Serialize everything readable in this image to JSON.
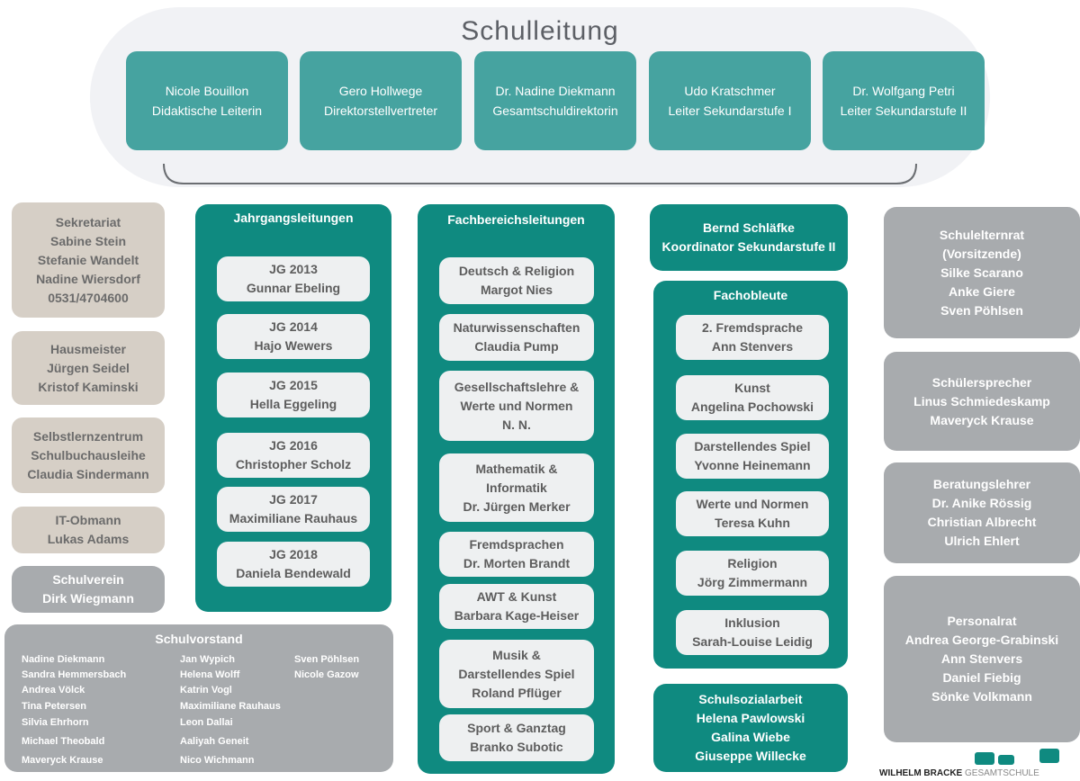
{
  "leadership": {
    "title": "Schulleitung",
    "members": [
      {
        "name": "Nicole Bouillon",
        "role": "Didaktische Leiterin"
      },
      {
        "name": "Gero Hollwege",
        "role": "Direktorstellvertreter"
      },
      {
        "name": "Dr. Nadine Diekmann",
        "role": "Gesamtschuldirektorin"
      },
      {
        "name": "Udo Kratschmer",
        "role": "Leiter Sekundarstufe I"
      },
      {
        "name": "Dr. Wolfgang Petri",
        "role": "Leiter Sekundarstufe II"
      }
    ]
  },
  "left": {
    "sekretariat": {
      "title": "Sekretariat",
      "lines": [
        "Sabine Stein",
        "Stefanie Wandelt",
        "Nadine Wiersdorf",
        "0531/4704600"
      ]
    },
    "hausmeister": {
      "title": "Hausmeister",
      "lines": [
        "Jürgen Seidel",
        "Kristof Kaminski"
      ]
    },
    "selbstlernzentrum": {
      "lines": [
        "Selbstlernzentrum",
        "Schulbuchausleihe",
        "Claudia Sindermann"
      ]
    },
    "it": {
      "title": "IT-Obmann",
      "lines": [
        "Lukas Adams"
      ]
    },
    "schulverein": {
      "title": "Schulverein",
      "lines": [
        "Dirk Wiegmann"
      ]
    }
  },
  "schulvorstand": {
    "title": "Schulvorstand",
    "col1": [
      "Nadine Diekmann",
      "Sandra Hemmersbach",
      "Andrea Völck",
      "Tina Petersen",
      "Silvia Ehrhorn",
      "Michael Theobald",
      "Maveryck Krause"
    ],
    "col2": [
      "Jan Wypich",
      "Helena Wolff",
      "Katrin Vogl",
      "Maximiliane Rauhaus",
      "Leon Dallai",
      "Aaliyah Geneit",
      "Nico Wichmann"
    ],
    "col3": [
      "Sven Pöhlsen",
      "Nicole Gazow"
    ]
  },
  "jahrgang": {
    "title": "Jahrgangsleitungen",
    "items": [
      {
        "jg": "JG 2013",
        "name": "Gunnar Ebeling"
      },
      {
        "jg": "JG 2014",
        "name": "Hajo Wewers"
      },
      {
        "jg": "JG 2015",
        "name": "Hella Eggeling"
      },
      {
        "jg": "JG 2016",
        "name": "Christopher Scholz"
      },
      {
        "jg": "JG 2017",
        "name": "Maximiliane Rauhaus"
      },
      {
        "jg": "JG 2018",
        "name": "Daniela Bendewald"
      }
    ]
  },
  "fachbereich": {
    "title": "Fachbereichsleitungen",
    "items": [
      {
        "lines": [
          "Deutsch & Religion",
          "Margot Nies"
        ]
      },
      {
        "lines": [
          "Naturwissenschaften",
          "Claudia Pump"
        ]
      },
      {
        "lines": [
          "Gesellschaftslehre &",
          "Werte und Normen",
          "N. N."
        ]
      },
      {
        "lines": [
          "Mathematik &",
          "Informatik",
          "Dr. Jürgen Merker"
        ]
      },
      {
        "lines": [
          "Fremdsprachen",
          "Dr. Morten Brandt"
        ]
      },
      {
        "lines": [
          "AWT & Kunst",
          "Barbara Kage-Heiser"
        ]
      },
      {
        "lines": [
          "Musik &",
          "Darstellendes Spiel",
          "Roland Pflüger"
        ]
      },
      {
        "lines": [
          "Sport & Ganztag",
          "Branko Subotic"
        ]
      }
    ]
  },
  "koordinator": {
    "name": "Bernd Schläfke",
    "role": "Koordinator Sekundarstufe II"
  },
  "fachobleute": {
    "title": "Fachobleute",
    "items": [
      {
        "subject": "2. Fremdsprache",
        "name": "Ann Stenvers"
      },
      {
        "subject": "Kunst",
        "name": "Angelina Pochowski"
      },
      {
        "subject": "Darstellendes Spiel",
        "name": "Yvonne Heinemann"
      },
      {
        "subject": "Werte und Normen",
        "name": "Teresa Kuhn"
      },
      {
        "subject": "Religion",
        "name": "Jörg Zimmermann"
      },
      {
        "subject": "Inklusion",
        "name": "Sarah-Louise Leidig"
      }
    ]
  },
  "sozialarbeit": {
    "title": "Schulsozialarbeit",
    "lines": [
      "Helena Pawlowski",
      "Galina Wiebe",
      "Giuseppe Willecke"
    ]
  },
  "right": {
    "elternrat": {
      "title": "Schulelternrat",
      "lines": [
        "(Vorsitzende)",
        "Silke Scarano",
        "Anke Giere",
        "Sven Pöhlsen"
      ]
    },
    "schuelersprecher": {
      "title": "Schülersprecher",
      "lines": [
        "Linus Schmiedeskamp",
        "Maveryck Krause"
      ]
    },
    "beratung": {
      "title": "Beratungslehrer",
      "lines": [
        "Dr. Anike Rössig",
        "Christian Albrecht",
        "Ulrich Ehlert"
      ]
    },
    "personalrat": {
      "title": "Personalrat",
      "lines": [
        "Andrea George-Grabinski",
        "Ann Stenvers",
        "Daniel Fiebig",
        "Sönke Volkmann"
      ]
    }
  },
  "logo": {
    "text_bold": "WILHELM BRACKE",
    "text_light": "GESAMTSCHULE"
  },
  "colors": {
    "teal": "#0f8a80",
    "lead_teal": "#46a3a0",
    "beige": "#d6cfc6",
    "gray": "#a8abae"
  }
}
